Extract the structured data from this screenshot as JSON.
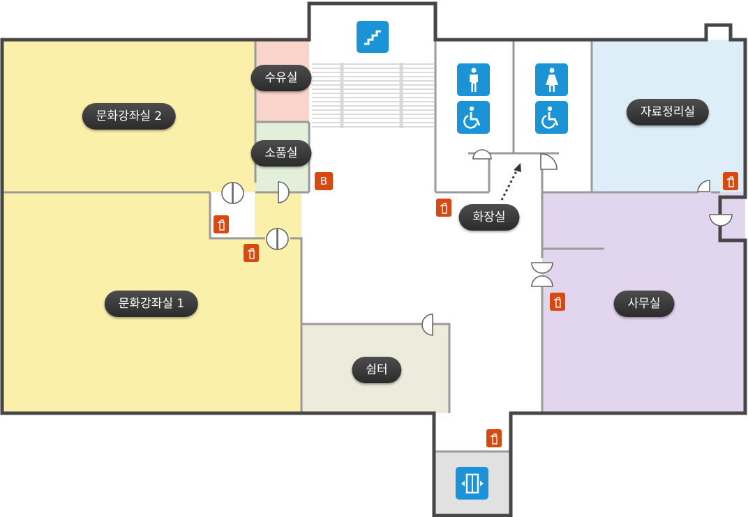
{
  "colors": {
    "wall": "#464646",
    "inner_wall": "#9a9a9a",
    "culture_room": "#fbf0aa",
    "nursing_room": "#f8d4cb",
    "storage_room": "#e3efd8",
    "archive_room": "#deeef8",
    "office": "#e2d5ee",
    "shelter": "#ecebdc",
    "elevator_area": "#e1e1e1",
    "icon_blue": "#1a94d6",
    "extinguisher": "#d9480f",
    "label_bg": "#333333"
  },
  "rooms": {
    "culture_room_2": "문화강좌실 2",
    "culture_room_1": "문화강좌실 1",
    "nursing_room": "수유실",
    "storage_room": "소품실",
    "restroom": "화장실",
    "archive_room": "자료정리실",
    "office": "사무실",
    "shelter": "쉼터"
  },
  "badges": {
    "basement_marker": "B"
  },
  "icons": {
    "stairs": "stairs-icon",
    "elevator": "elevator-icon",
    "male": "male-restroom-icon",
    "female": "female-restroom-icon",
    "wheelchair": "wheelchair-icon",
    "extinguisher": "fire-extinguisher-icon"
  }
}
